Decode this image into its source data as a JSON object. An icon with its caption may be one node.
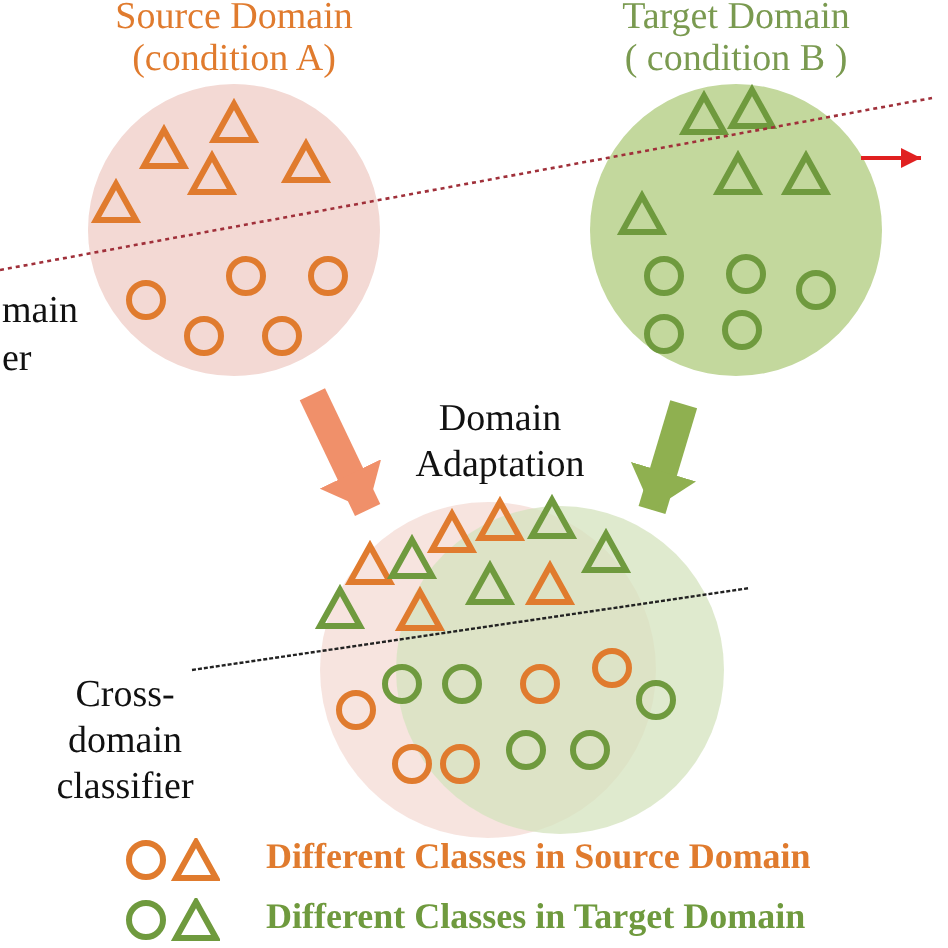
{
  "diagram": {
    "nodes": [
      {
        "text": [
          "Source Domain",
          "(condition A)"
        ]
      },
      {
        "text": [
          "Target Domain",
          "( condition B )"
        ]
      },
      {
        "text": [],
        "shape": "circle"
      }
    ],
    "edges": [
      {
        "from": 0,
        "to": 2,
        "arrow": "to",
        "color": "#f0906a"
      },
      {
        "from": 1,
        "to": 2,
        "arrow": "to",
        "color": "#8fb050"
      },
      {
        "from": 1,
        "to": null,
        "arrow": "to",
        "color": "#e02020"
      }
    ],
    "labels": [
      "main",
      "er",
      "Domain Adaptation",
      "Cross-domain classifier"
    ],
    "legend": [
      {
        "text": "Different Classes in Source Domain"
      },
      {
        "text": "Different Classes in Target Domain"
      }
    ]
  }
}
